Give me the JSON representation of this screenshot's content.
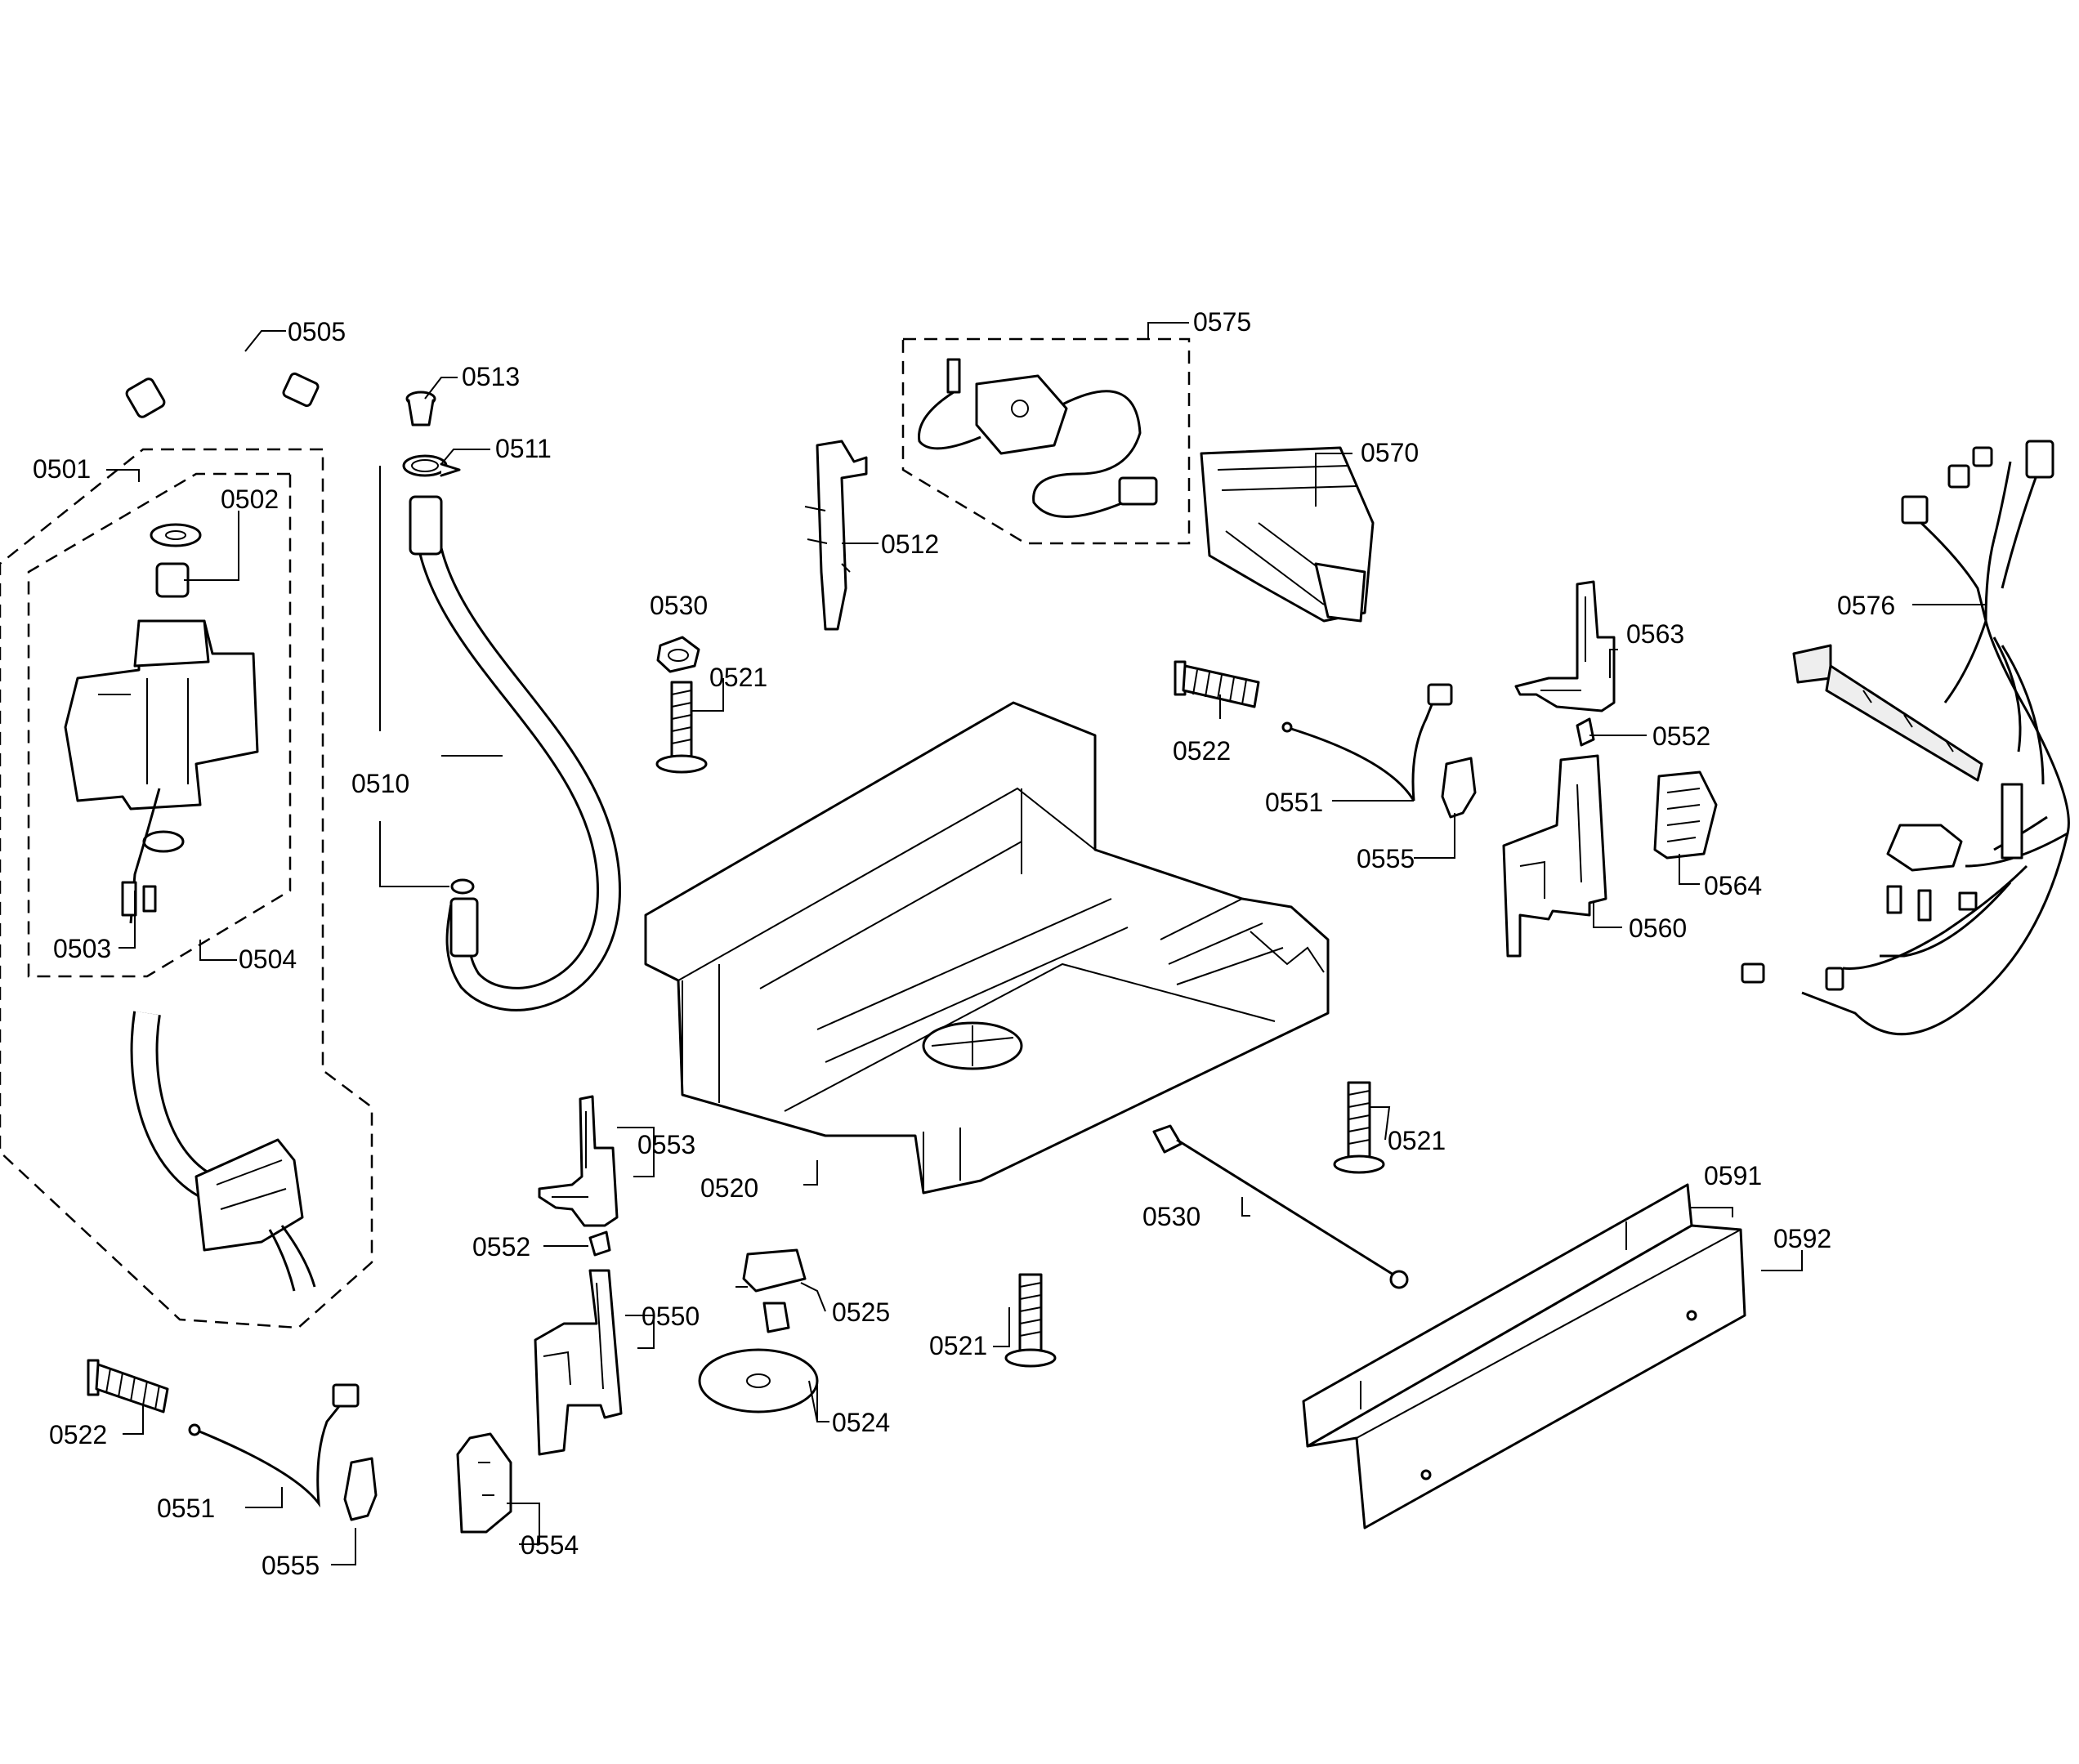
{
  "colors": {
    "ink": "#000000",
    "paper": "#ffffff"
  },
  "labels": {
    "l0505": "0505",
    "l0513": "0513",
    "l0511": "0511",
    "l0501": "0501",
    "l0502": "0502",
    "l0503": "0503",
    "l0504": "0504",
    "l0510": "0510",
    "l0575": "0575",
    "l0570": "0570",
    "l0512": "0512",
    "l0530a": "0530",
    "l0521a": "0521",
    "l0522a": "0522",
    "l0551a": "0551",
    "l0555a": "0555",
    "l0563": "0563",
    "l0552a": "0552",
    "l0564": "0564",
    "l0560": "0560",
    "l0576": "0576",
    "l0553": "0553",
    "l0520": "0520",
    "l0521b": "0521",
    "l0591": "0591",
    "l0592": "0592",
    "l0530b": "0530",
    "l0552b": "0552",
    "l0525": "0525",
    "l0550": "0550",
    "l0521c": "0521",
    "l0524": "0524",
    "l0522b": "0522",
    "l0551b": "0551",
    "l0555b": "0555",
    "l0554": "0554"
  }
}
